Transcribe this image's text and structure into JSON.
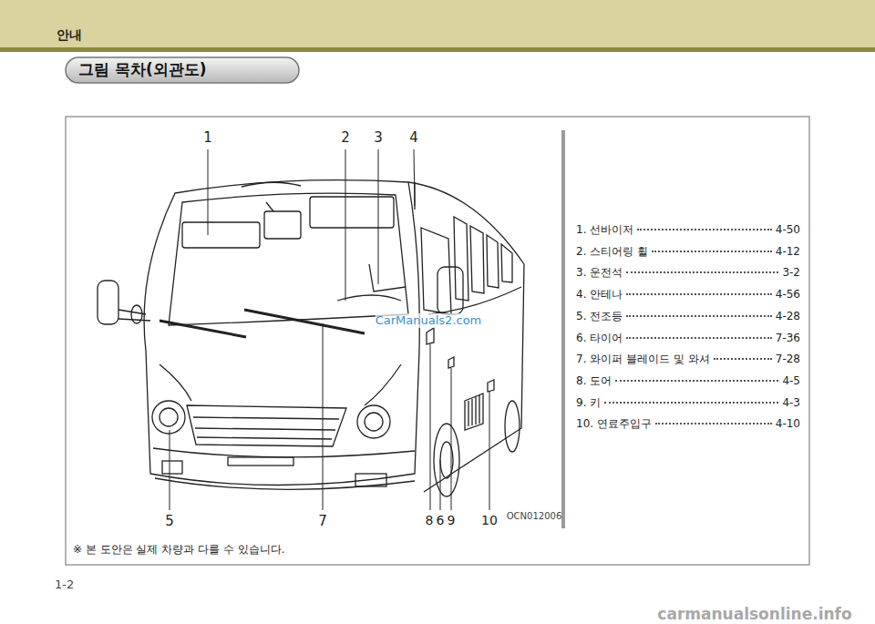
{
  "diagram": {
    "title": "그림 목차(외관도)",
    "labels": [
      "안내",
      "1",
      "2",
      "3",
      "4",
      "5",
      "7",
      "8",
      "6",
      "9",
      "10",
      "1. 선바이저",
      "4-50",
      "2. 스티어링 휠",
      "4-12",
      "3. 운전석",
      "3-2",
      "4. 안테나",
      "4-56",
      "5. 전조등",
      "4-28",
      "6. 타이어",
      "7-36",
      "7. 와이퍼 블레이드 및 와셔",
      "7-28",
      "8. 도어",
      "4-5",
      "9. 키",
      "4-3",
      "10. 연료주입구",
      "4-10",
      "OCN012006",
      "CarManuals2.com",
      "※ 본 도안은 실제 차량과 다를 수 있습니다.",
      "1-2",
      "carmanualsonline.info"
    ]
  }
}
